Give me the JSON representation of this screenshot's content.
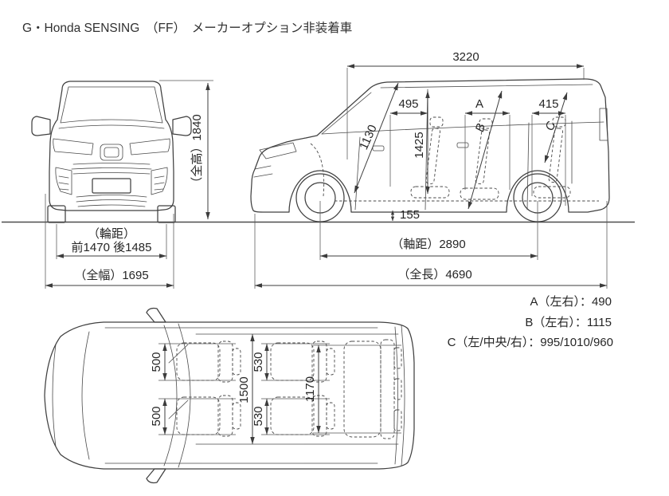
{
  "title": "G・Honda SENSING　（FF）　メーカーオプション非装着車",
  "front_view": {
    "overall_height": "（全高）1840",
    "tread_caption": "（輪距）",
    "tread_values": "前1470 後1485",
    "overall_width": "（全幅）1695"
  },
  "side_view": {
    "interior_length": "3220",
    "front_door_opening_width": "495",
    "front_door_opening_height": "1130",
    "slide_door_opening_height": "1425",
    "label_a": "A",
    "label_b": "B",
    "tailgate_opening_width": "415",
    "label_c": "C",
    "ground_clearance": "155",
    "wheelbase": "（軸距）2890",
    "overall_length": "（全長）4690"
  },
  "legend": {
    "a": "A（左右）：490",
    "b": "B（左右）：1115",
    "c": "C（左/中央/右）：995/1010/960"
  },
  "top_view": {
    "front_seat_width_left": "500",
    "front_seat_width_right": "500",
    "second_seat_width_left": "530",
    "second_seat_width_right": "530",
    "interior_width": "1500",
    "third_seat_width": "1170"
  }
}
